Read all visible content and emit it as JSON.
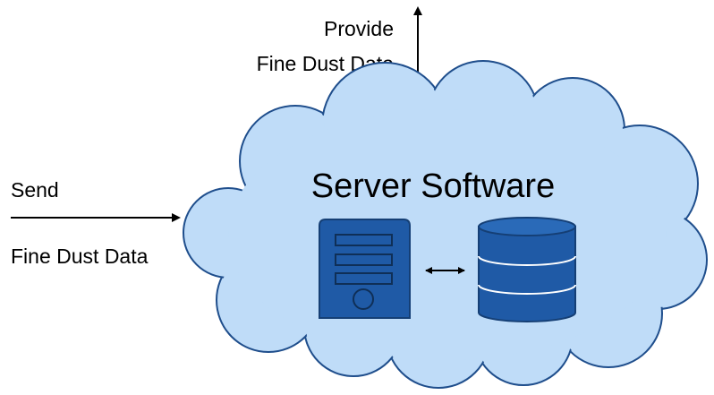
{
  "provide_label": {
    "line1": "Provide",
    "line2": "Fine Dust Data"
  },
  "send_label": {
    "line1": "Send",
    "line2": "Fine Dust Data"
  },
  "cloud": {
    "title": "Server Software",
    "fill_color": "#bfdcf8",
    "stroke_color": "#1f4e8c"
  },
  "icons": {
    "server": "server-icon",
    "database": "database-icon",
    "link": "bidirectional-arrow-icon",
    "color": "#1f5aa6"
  }
}
